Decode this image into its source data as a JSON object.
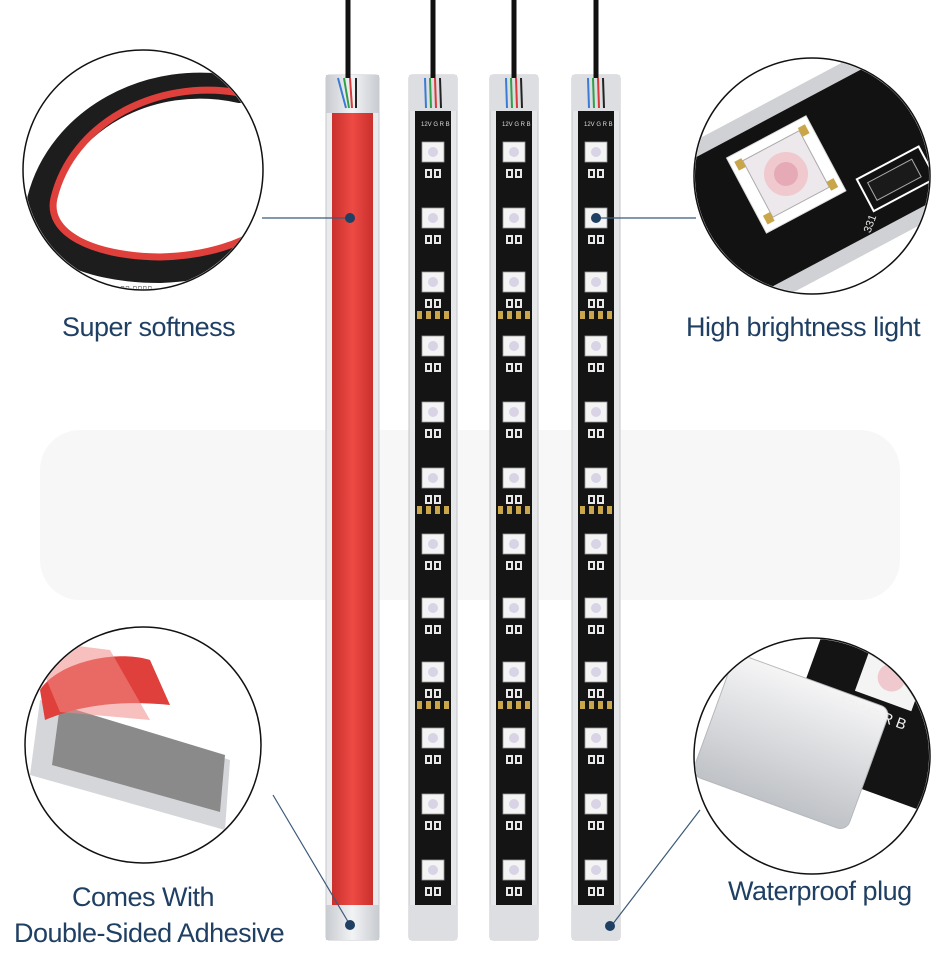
{
  "callouts": {
    "softness": "Super softness",
    "brightness": "High brightness light",
    "adhesive_line1": "Comes With",
    "adhesive_line2": "Double-Sided Adhesive",
    "waterproof": "Waterproof plug"
  },
  "strip_pad_labels": [
    "12V",
    "G",
    "R",
    "B"
  ],
  "resistor_code": "331",
  "colors": {
    "label_text": "#1f3f63",
    "callout_line": "#3b5a7a",
    "adhesive_red": "#e23a36",
    "pcb_black": "#141414",
    "led_body": "#f2f2f2",
    "silicone_cap": "#d9dbde"
  }
}
